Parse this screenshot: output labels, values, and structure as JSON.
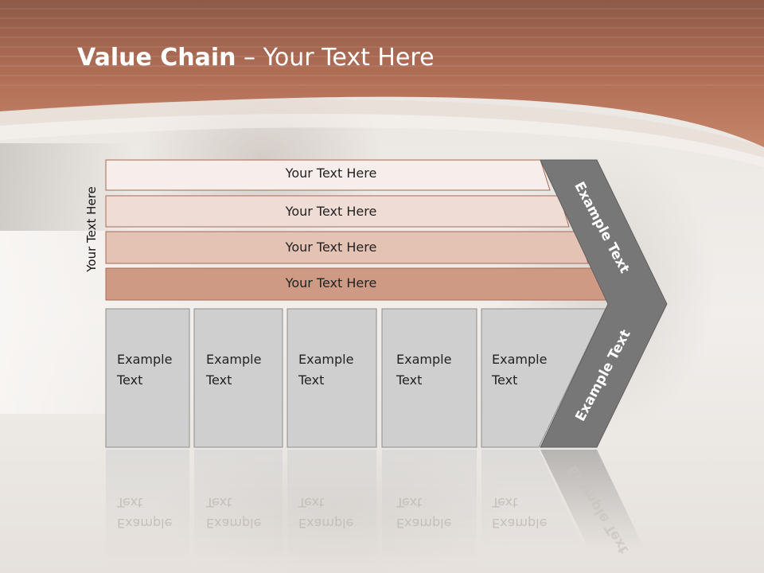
{
  "title": {
    "bold": "Value Chain",
    "rest": " – Your Text Here"
  },
  "vertical_label": "Your Text Here",
  "rows": [
    {
      "label": "Your Text Here",
      "fill": "#f7eeeb"
    },
    {
      "label": "Your Text Here",
      "fill": "#efdcd4"
    },
    {
      "label": "Your Text Here",
      "fill": "#e4c2b4"
    },
    {
      "label": "Your Text Here",
      "fill": "#cf9a84"
    }
  ],
  "boxes": [
    {
      "line1": "Example",
      "line2": "Text"
    },
    {
      "line1": "Example",
      "line2": "Text"
    },
    {
      "line1": "Example",
      "line2": "Text"
    },
    {
      "line1": "Example",
      "line2": "Text"
    },
    {
      "line1": "Example",
      "line2": "Text"
    }
  ],
  "arrow": {
    "upper": "Example Text",
    "lower": "Example Text"
  },
  "colors": {
    "header": "#b36f57",
    "row_stroke": "#a86a54",
    "box_fill": "#cfcfcf",
    "box_stroke": "#8f8f8f",
    "arrow_fill": "#777777"
  }
}
